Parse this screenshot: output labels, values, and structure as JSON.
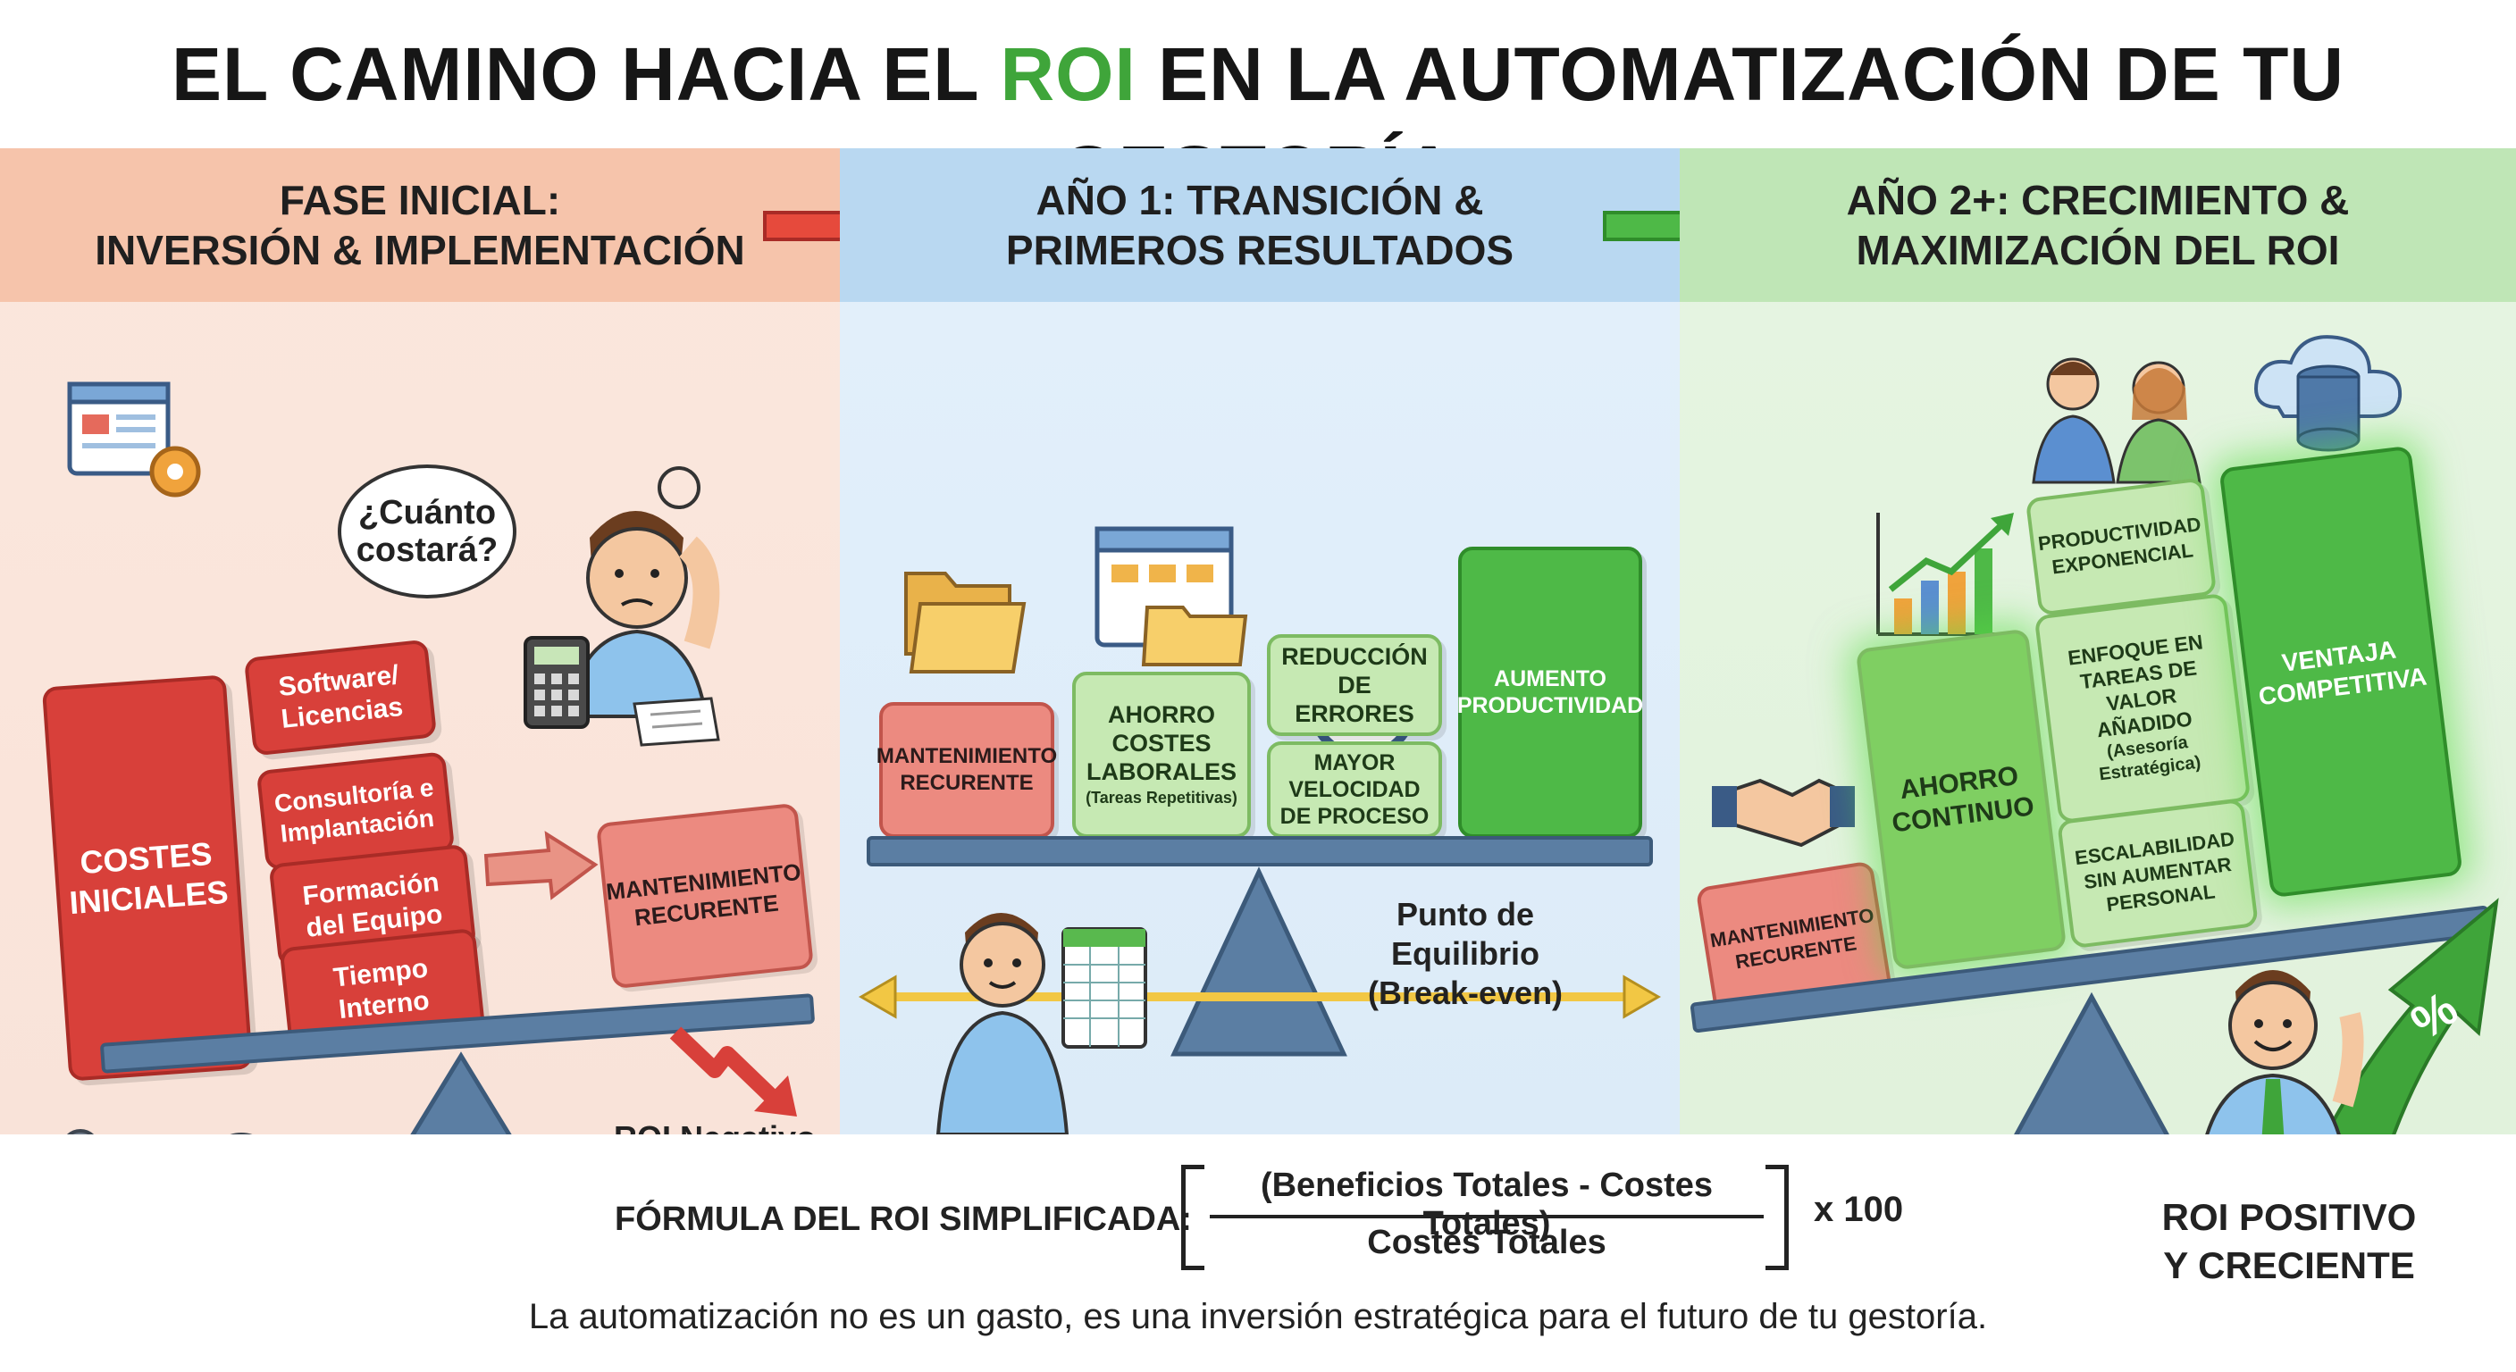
{
  "title": {
    "part1": "EL CAMINO HACIA EL ",
    "highlight": "ROI",
    "part2": " EN LA AUTOMATIZACIÓN DE TU GESTORÍA"
  },
  "colors": {
    "red": "#d8403a",
    "blue": "#b9d8f1",
    "green": "#4eb947",
    "roi_green": "#3fa53a"
  },
  "phases": [
    {
      "header": "FASE INICIAL:\nINVERSIÓN & IMPLEMENTACIÓN",
      "thought": "¿Cuánto\ncostará?",
      "main_block": "COSTES\nINICIALES",
      "items": [
        "Software/\nLicencias",
        "Consultoría e\nImplantación",
        "Formación\ndel Equipo",
        "Tiempo\nInterno"
      ],
      "right_block": "MANTENIMIENTO\nRECURENTE",
      "roi_label": "ROI Negativo\nInicial"
    },
    {
      "header": "AÑO 1: TRANSICIÓN &\nPRIMEROS RESULTADOS",
      "blocks": {
        "mantenimiento": "MANTENIMIENTO\nRECURENTE",
        "ahorro_title": "AHORRO\nCOSTES\nLABORALES",
        "ahorro_sub": "(Tareas Repetitivas)",
        "reduccion": "REDUCCIÓN\nDE ERRORES",
        "velocidad": "MAYOR\nVELOCIDAD\nDE PROCESO",
        "aumento": "AUMENTO\nPRODUCTIVIDAD"
      },
      "breakeven": "Punto de Equilibrio\n(Break-even)"
    },
    {
      "header": "AÑO 2+: CRECIMIENTO &\nMAXIMIZACIÓN DEL ROI",
      "blocks": {
        "mantenimiento": "MANTENIMIENTO\nRECURENTE",
        "ahorro": "AHORRO\nCONTINUO",
        "productividad": "PRODUCTIVIDAD\nEXPONENCIAL",
        "enfoque_title": "ENFOQUE EN\nTAREAS DE\nVALOR AÑADIDO",
        "enfoque_sub": "(Asesoría\nEstratégica)",
        "escalabilidad": "ESCALABILIDAD\nSIN AUMENTAR\nPERSONAL",
        "ventaja": "VENTAJA\nCOMPETITIVA"
      },
      "roi_result": "ROI POSITIVO\nY CRECIENTE",
      "percent_symbol": "%"
    }
  ],
  "formula": {
    "label": "FÓRMULA DEL ROI SIMPLIFICADA:",
    "numerator": "(Beneficios Totales - Costes Totales)",
    "denominator": "Costes Totales",
    "multiplier": "x 100"
  },
  "tagline": "La automatización no es un gasto, es una inversión estratégica para el futuro de tu gestoría.",
  "icons": [
    "browser-gear-icon",
    "worried-person-icon",
    "calculator-icon",
    "folder-icon",
    "spreadsheet-window-icon",
    "stopwatch-icon",
    "person-spreadsheet-icon",
    "bar-chart-growth-icon",
    "handshake-icon",
    "people-handshake-icon",
    "cloud-database-icon",
    "success-person-icon",
    "gears-papers-icon"
  ]
}
